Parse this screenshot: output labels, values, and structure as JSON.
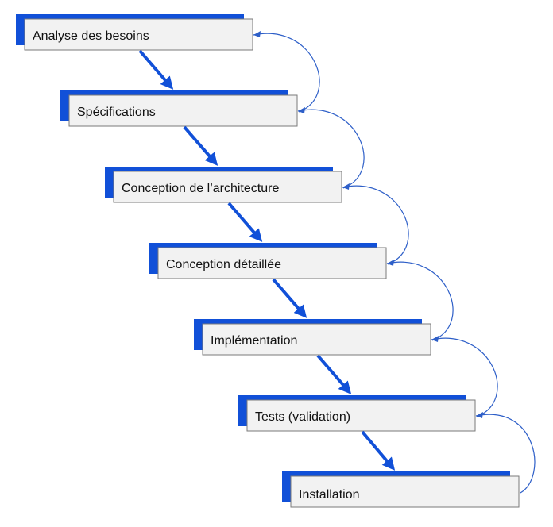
{
  "diagram": {
    "kind": "waterfall",
    "steps": [
      {
        "label": "Analyse des besoins"
      },
      {
        "label": "Spécifications"
      },
      {
        "label": "Conception de l’architecture"
      },
      {
        "label": "Conception détaillée"
      },
      {
        "label": "Implémentation"
      },
      {
        "label": "Tests (validation)"
      },
      {
        "label": "Installation"
      }
    ],
    "colors": {
      "accent": "#1150d8",
      "box_fill": "#f2f2f2",
      "box_border": "#7a7a7a",
      "feedback_line": "#2e5fc8"
    }
  }
}
